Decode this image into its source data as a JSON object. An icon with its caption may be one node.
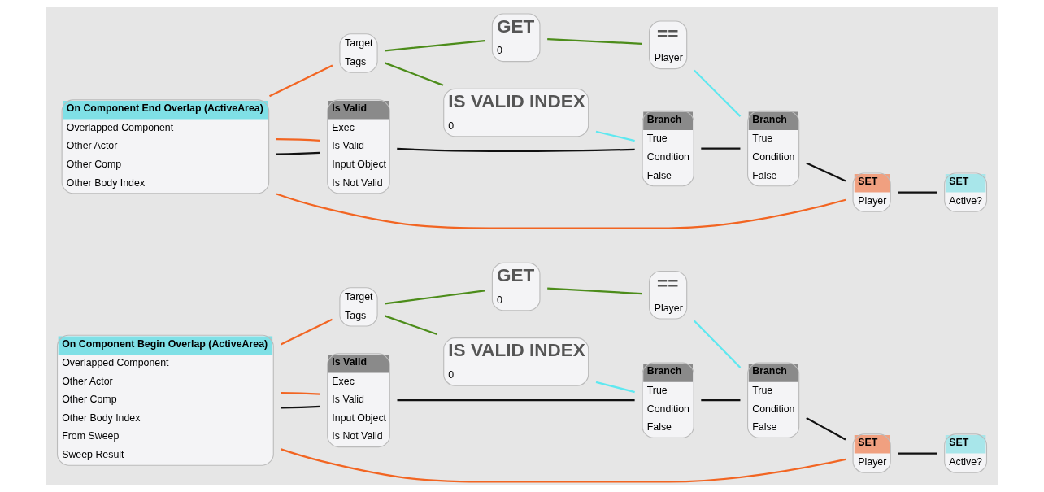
{
  "diagram": {
    "nodes": [
      {
        "text": [
          "On Component Begin Overlap (ActiveArea)",
          "Overlapped Component",
          "Other Actor",
          "Other Comp",
          "Other Body Index",
          "From Sweep",
          "Sweep Result"
        ]
      },
      {
        "text": [
          "Target",
          "Tags"
        ]
      },
      {
        "text": [
          "GET",
          "0"
        ]
      },
      {
        "text": [
          "IS VALID INDEX",
          "0"
        ]
      },
      {
        "text": [
          "==",
          "Player"
        ]
      },
      {
        "text": [
          "Is Valid",
          "Exec",
          "Is Valid",
          "Input Object",
          "Is Not Valid"
        ]
      },
      {
        "text": [
          "Branch",
          "True",
          "Condition",
          "False"
        ]
      },
      {
        "text": [
          "Branch",
          "True",
          "Condition",
          "False"
        ]
      },
      {
        "text": [
          "SET",
          "Player"
        ]
      },
      {
        "text": [
          "SET",
          "Active?"
        ]
      },
      {
        "text": [
          "On Component End Overlap (ActiveArea)",
          "Overlapped Component",
          "Other Actor",
          "Other Comp",
          "Other Body Index"
        ]
      },
      {
        "text": [
          "Target",
          "Tags"
        ]
      },
      {
        "text": [
          "GET",
          "0"
        ]
      },
      {
        "text": [
          "IS VALID INDEX",
          "0"
        ]
      },
      {
        "text": [
          "==",
          "Player"
        ]
      },
      {
        "text": [
          "Is Valid",
          "Exec",
          "Is Valid",
          "Input Object",
          "Is Not Valid"
        ]
      },
      {
        "text": [
          "Branch",
          "True",
          "Condition",
          "False"
        ]
      },
      {
        "text": [
          "Branch",
          "True",
          "Condition",
          "False"
        ]
      },
      {
        "text": [
          "SET",
          "Player"
        ]
      },
      {
        "text": [
          "SET",
          "Active?"
        ]
      }
    ],
    "edges": [
      {
        "from": 0,
        "to": 5,
        "arrow": "none"
      },
      {
        "from": 0,
        "to": 5,
        "arrow": "none",
        "color": "#f26522"
      },
      {
        "from": 0,
        "to": 1,
        "arrow": "none",
        "color": "#f26522"
      },
      {
        "from": 0,
        "to": 8,
        "arrow": "none",
        "color": "#f26522"
      },
      {
        "from": 1,
        "to": 3,
        "arrow": "none",
        "color": "#4c8c1a"
      },
      {
        "from": 1,
        "to": 2,
        "arrow": "none",
        "color": "#4c8c1a"
      },
      {
        "from": 2,
        "to": 4,
        "arrow": "none",
        "color": "#4c8c1a"
      },
      {
        "from": 3,
        "to": 6,
        "arrow": "none",
        "color": "#5ee8f0"
      },
      {
        "from": 4,
        "to": 7,
        "arrow": "none",
        "color": "#5ee8f0"
      },
      {
        "from": 5,
        "to": 6,
        "arrow": "none"
      },
      {
        "from": 6,
        "to": 7,
        "arrow": "none"
      },
      {
        "from": 7,
        "to": 8,
        "arrow": "none"
      },
      {
        "from": 8,
        "to": 9,
        "arrow": "none"
      },
      {
        "from": 10,
        "to": 15,
        "arrow": "none"
      },
      {
        "from": 10,
        "to": 15,
        "arrow": "none",
        "color": "#f26522"
      },
      {
        "from": 10,
        "to": 11,
        "arrow": "none",
        "color": "#f26522"
      },
      {
        "from": 10,
        "to": 18,
        "arrow": "none",
        "color": "#f26522"
      },
      {
        "from": 11,
        "to": 13,
        "arrow": "none",
        "color": "#4c8c1a"
      },
      {
        "from": 11,
        "to": 12,
        "arrow": "none",
        "color": "#4c8c1a"
      },
      {
        "from": 12,
        "to": 14,
        "arrow": "none",
        "color": "#4c8c1a"
      },
      {
        "from": 13,
        "to": 16,
        "arrow": "none",
        "color": "#5ee8f0"
      },
      {
        "from": 14,
        "to": 17,
        "arrow": "none",
        "color": "#5ee8f0"
      },
      {
        "from": 15,
        "to": 16,
        "arrow": "none"
      },
      {
        "from": 16,
        "to": 17,
        "arrow": "none"
      },
      {
        "from": 17,
        "to": 18,
        "arrow": "none"
      },
      {
        "from": 18,
        "to": 19,
        "arrow": "none"
      }
    ]
  }
}
